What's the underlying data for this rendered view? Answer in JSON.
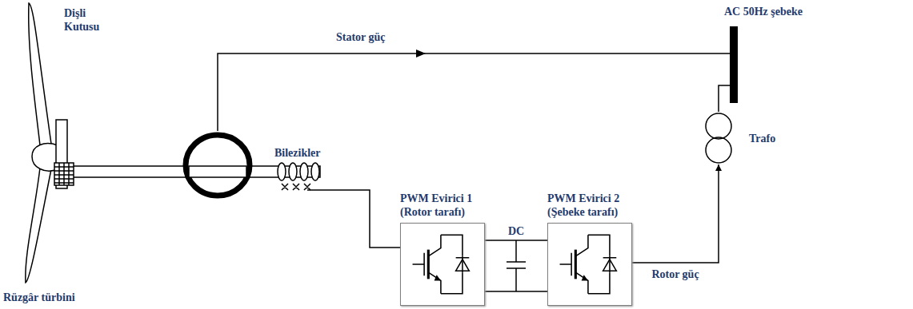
{
  "diagram": {
    "nodes": [
      {
        "text": [
          "AC 50Hz şebeke"
        ]
      },
      {
        "text": [
          "Trafo"
        ]
      },
      {
        "text": [
          "PWM Evirici 1 (Rotor tarafı)"
        ]
      },
      {
        "text": [
          "PWM Evirici 2 (Şebeke tarafı)"
        ]
      }
    ],
    "edges": [
      {
        "from": 2,
        "to": 3,
        "arrow": "none",
        "label": "DC"
      },
      {
        "from": 3,
        "to": 1,
        "arrow": "to",
        "label": "Rotor güç"
      },
      {
        "from": 1,
        "to": 0,
        "arrow": "none"
      }
    ],
    "labels": [
      "Dişli Kutusu",
      "Stator güç",
      "Bilezikler",
      "Rüzgâr türbini"
    ]
  }
}
